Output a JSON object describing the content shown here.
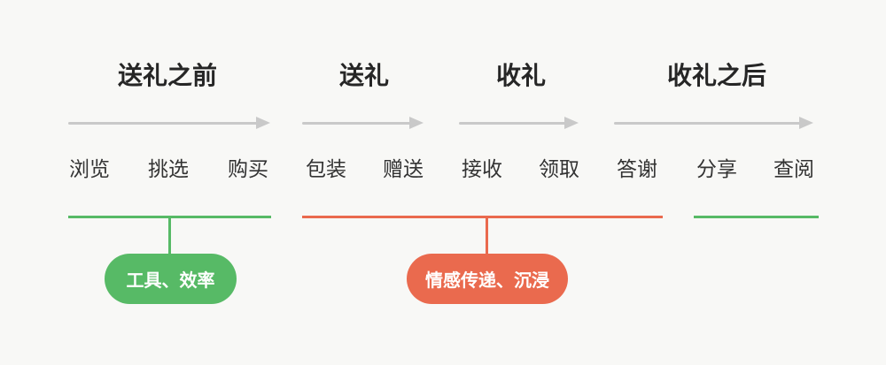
{
  "colors": {
    "green": "#57ba66",
    "orange": "#ea6a4e",
    "arrow_gray": "#c9c9c9",
    "text": "#333333",
    "background": "#f8f8f6"
  },
  "phases": [
    {
      "title": "送礼之前",
      "stages": [
        "浏览",
        "挑选",
        "购买"
      ]
    },
    {
      "title": "送礼",
      "stages": [
        "包装",
        "赠送"
      ]
    },
    {
      "title": "收礼",
      "stages": [
        "接收",
        "领取"
      ]
    },
    {
      "title": "收礼之后",
      "stages": [
        "答谢",
        "分享",
        "查阅"
      ]
    }
  ],
  "annotations": [
    {
      "label": "工具、效率",
      "color": "green"
    },
    {
      "label": "情感传递、沉浸",
      "color": "orange"
    }
  ]
}
